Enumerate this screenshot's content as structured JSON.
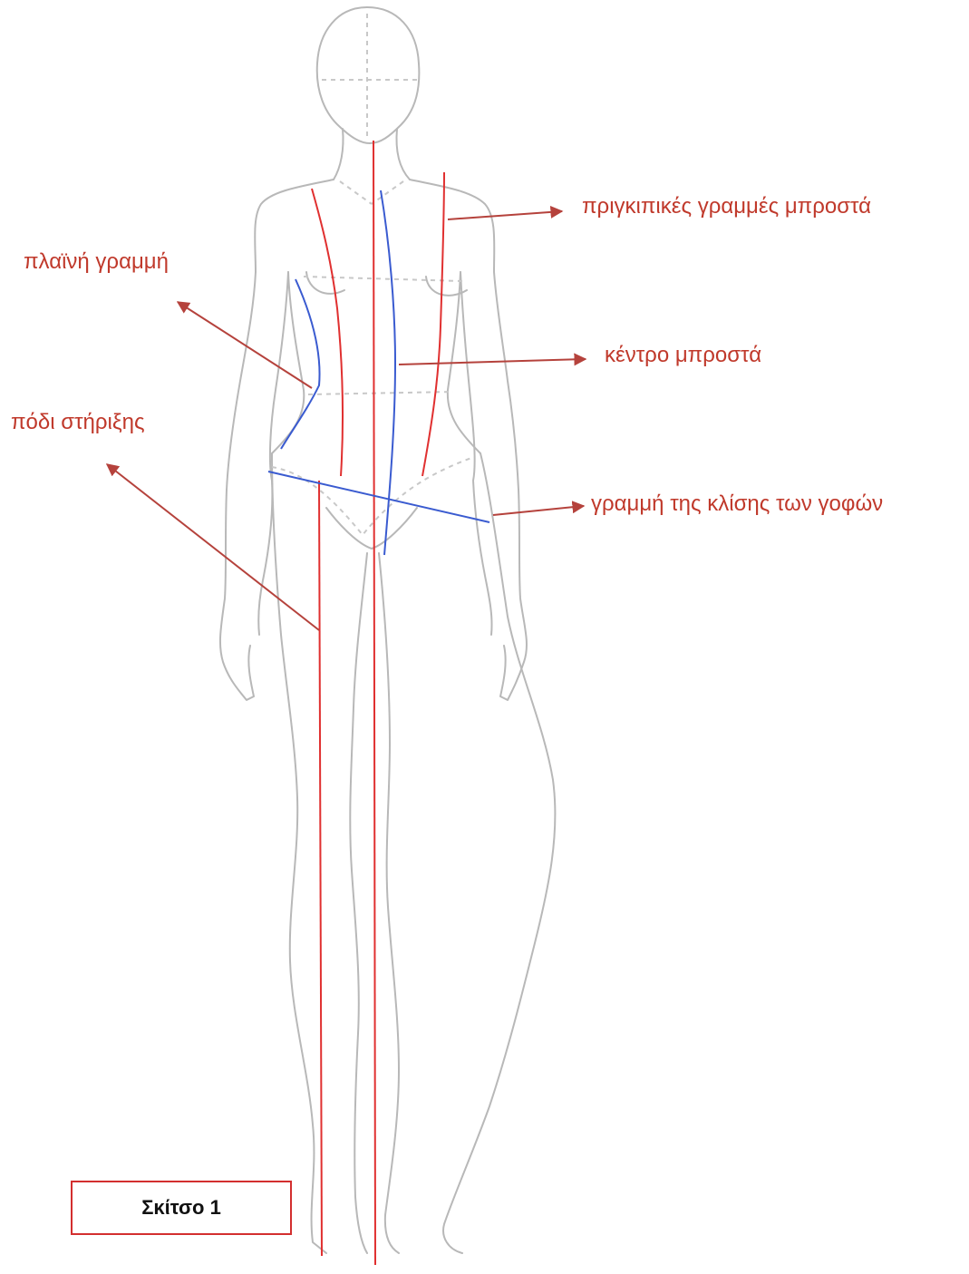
{
  "labels": {
    "princess_lines": "πριγκιπικές γραμμές μπροστά",
    "side_line": "πλαϊνή γραμμή",
    "center_front": "κέντρο μπροστά",
    "support_leg": "πόδι στήριξης",
    "hip_tilt_line": "γραμμή της κλίσης των γοφών"
  },
  "caption": "Σκίτσο 1",
  "colors": {
    "figure_outline": "#b8b8b8",
    "guide_dashed": "#c8c8c8",
    "red_line": "#e03030",
    "blue_line": "#3a5bd0",
    "arrow": "#b5423c",
    "label_text": "#c0392b",
    "caption_border": "#d32f2f"
  }
}
